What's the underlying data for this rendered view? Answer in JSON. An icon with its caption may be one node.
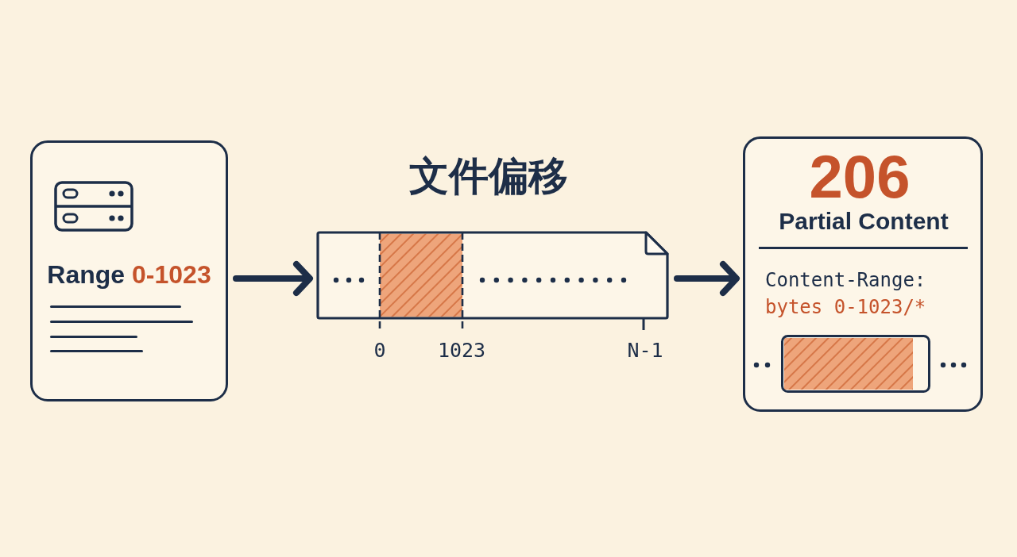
{
  "diagram": {
    "title": "文件偏移",
    "nodes": [
      {
        "text": [
          "Range",
          "0-1023"
        ]
      },
      {
        "text": [],
        "shape": "document"
      },
      {
        "text": [
          "206",
          "Partial Content",
          "Content-Range:",
          "bytes 0-1023/*"
        ]
      }
    ],
    "edges": [
      {
        "from": 0,
        "to": 1,
        "arrow": "to"
      },
      {
        "from": 1,
        "to": 2,
        "arrow": "to"
      }
    ],
    "labels": [
      "0",
      "1023",
      "N-1"
    ]
  }
}
